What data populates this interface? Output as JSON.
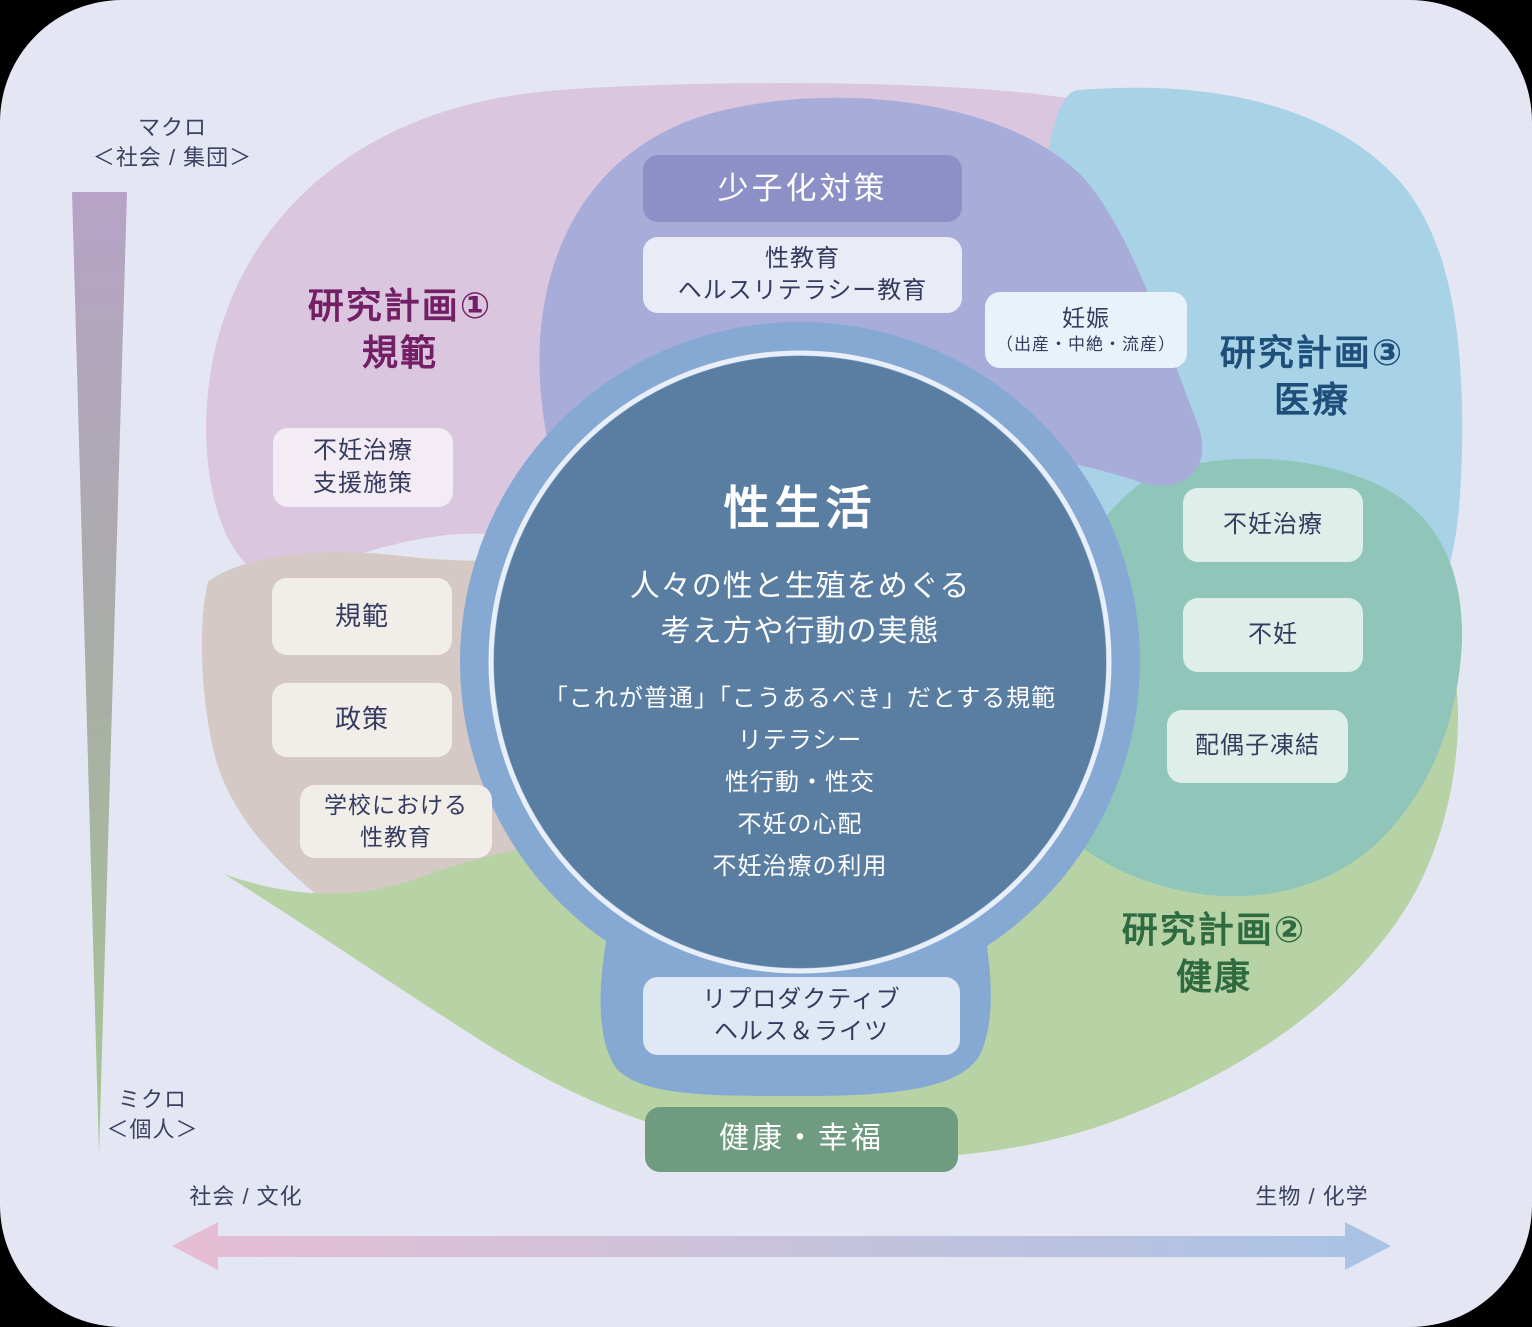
{
  "colors": {
    "panel_bg": "#E4E7F3",
    "norm_pink": "#DAC6DF",
    "medical_blue": "#A8D3E7",
    "norm_taupe": "#D4C9C4",
    "health_green": "#B7D3A6",
    "health_teal": "#90C5BA",
    "policy_periwinkle": "#A7ACD9",
    "circle_outer_blue": "#86A9D3",
    "circle_inner_blue": "#5A7DA2",
    "heading_plan1": "#731F66",
    "heading_plan2": "#2E6B40",
    "heading_plan3": "#1E4E7A"
  },
  "axes": {
    "vertical_top": {
      "line1": "マクロ",
      "line2": "＜社会 / 集団＞"
    },
    "vertical_bottom": {
      "line1": "ミクロ",
      "line2": "＜個人＞"
    },
    "horizontal_left": "社会 / 文化",
    "horizontal_right": "生物 / 化学"
  },
  "headings": {
    "plan1": {
      "line1": "研究計画①",
      "line2": "規範"
    },
    "plan2": {
      "line1": "研究計画②",
      "line2": "健康"
    },
    "plan3": {
      "line1": "研究計画③",
      "line2": "医療"
    }
  },
  "center_circle": {
    "title": "性生活",
    "subtitle1": "人々の性と生殖をめぐる",
    "subtitle2": "考え方や行動の実態",
    "items": [
      "「これが普通」「こうあるべき」だとする規範",
      "リテラシー",
      "性行動・性交",
      "不妊の心配",
      "不妊治療の利用"
    ]
  },
  "boxes": {
    "shoshika": {
      "line1": "少子化対策"
    },
    "sex_education": {
      "line1": "性教育",
      "line2": "ヘルスリテラシー教育"
    },
    "ninshin": {
      "line1": "妊娠",
      "line2": "（出産・中絶・流産）"
    },
    "funin_support": {
      "line1": "不妊治療",
      "line2": "支援施策"
    },
    "kihan": {
      "line1": "規範"
    },
    "seisaku": {
      "line1": "政策"
    },
    "school_sex_ed": {
      "line1": "学校における",
      "line2": "性教育"
    },
    "funin_chiryo": {
      "line1": "不妊治療"
    },
    "funin": {
      "line1": "不妊"
    },
    "haigushi_toketsu": {
      "line1": "配偶子凍結"
    },
    "repro": {
      "line1": "リプロダクティブ",
      "line2": "ヘルス＆ライツ"
    },
    "kenko_kofuku": {
      "line1": "健康・幸福"
    }
  }
}
